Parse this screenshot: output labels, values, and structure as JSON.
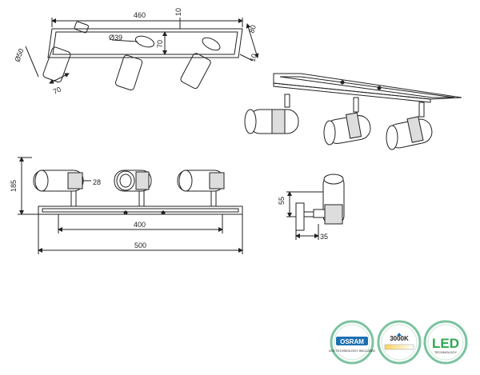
{
  "top_view": {
    "length": "460",
    "depth": "80",
    "cutout_offset": "10",
    "cutout_depth": "70",
    "edge_margin": "10",
    "spot_diameter": "Ø50",
    "spot_length": "70",
    "inner_diameter": "Ø39"
  },
  "front_view": {
    "height": "185",
    "spot_diameter": "28",
    "mount_spacing": "400",
    "total_length": "500"
  },
  "side_view": {
    "height": "55",
    "depth": "35"
  },
  "badges": {
    "osram": {
      "title": "OSRAM",
      "subtitle": "LED TECHNOLOGY INCLUDED"
    },
    "color_temp": {
      "title": "3000K"
    },
    "led": {
      "title": "LED",
      "subtitle": "TECHNOLOGY"
    }
  },
  "colors": {
    "line": "#222222",
    "osram_blue": "#1e6fb0",
    "led_green": "#2fa84f",
    "badge_ring": "#7cc3a0",
    "warm_gradient_start": "#fdd35c",
    "warm_gradient_end": "#ffffff"
  }
}
